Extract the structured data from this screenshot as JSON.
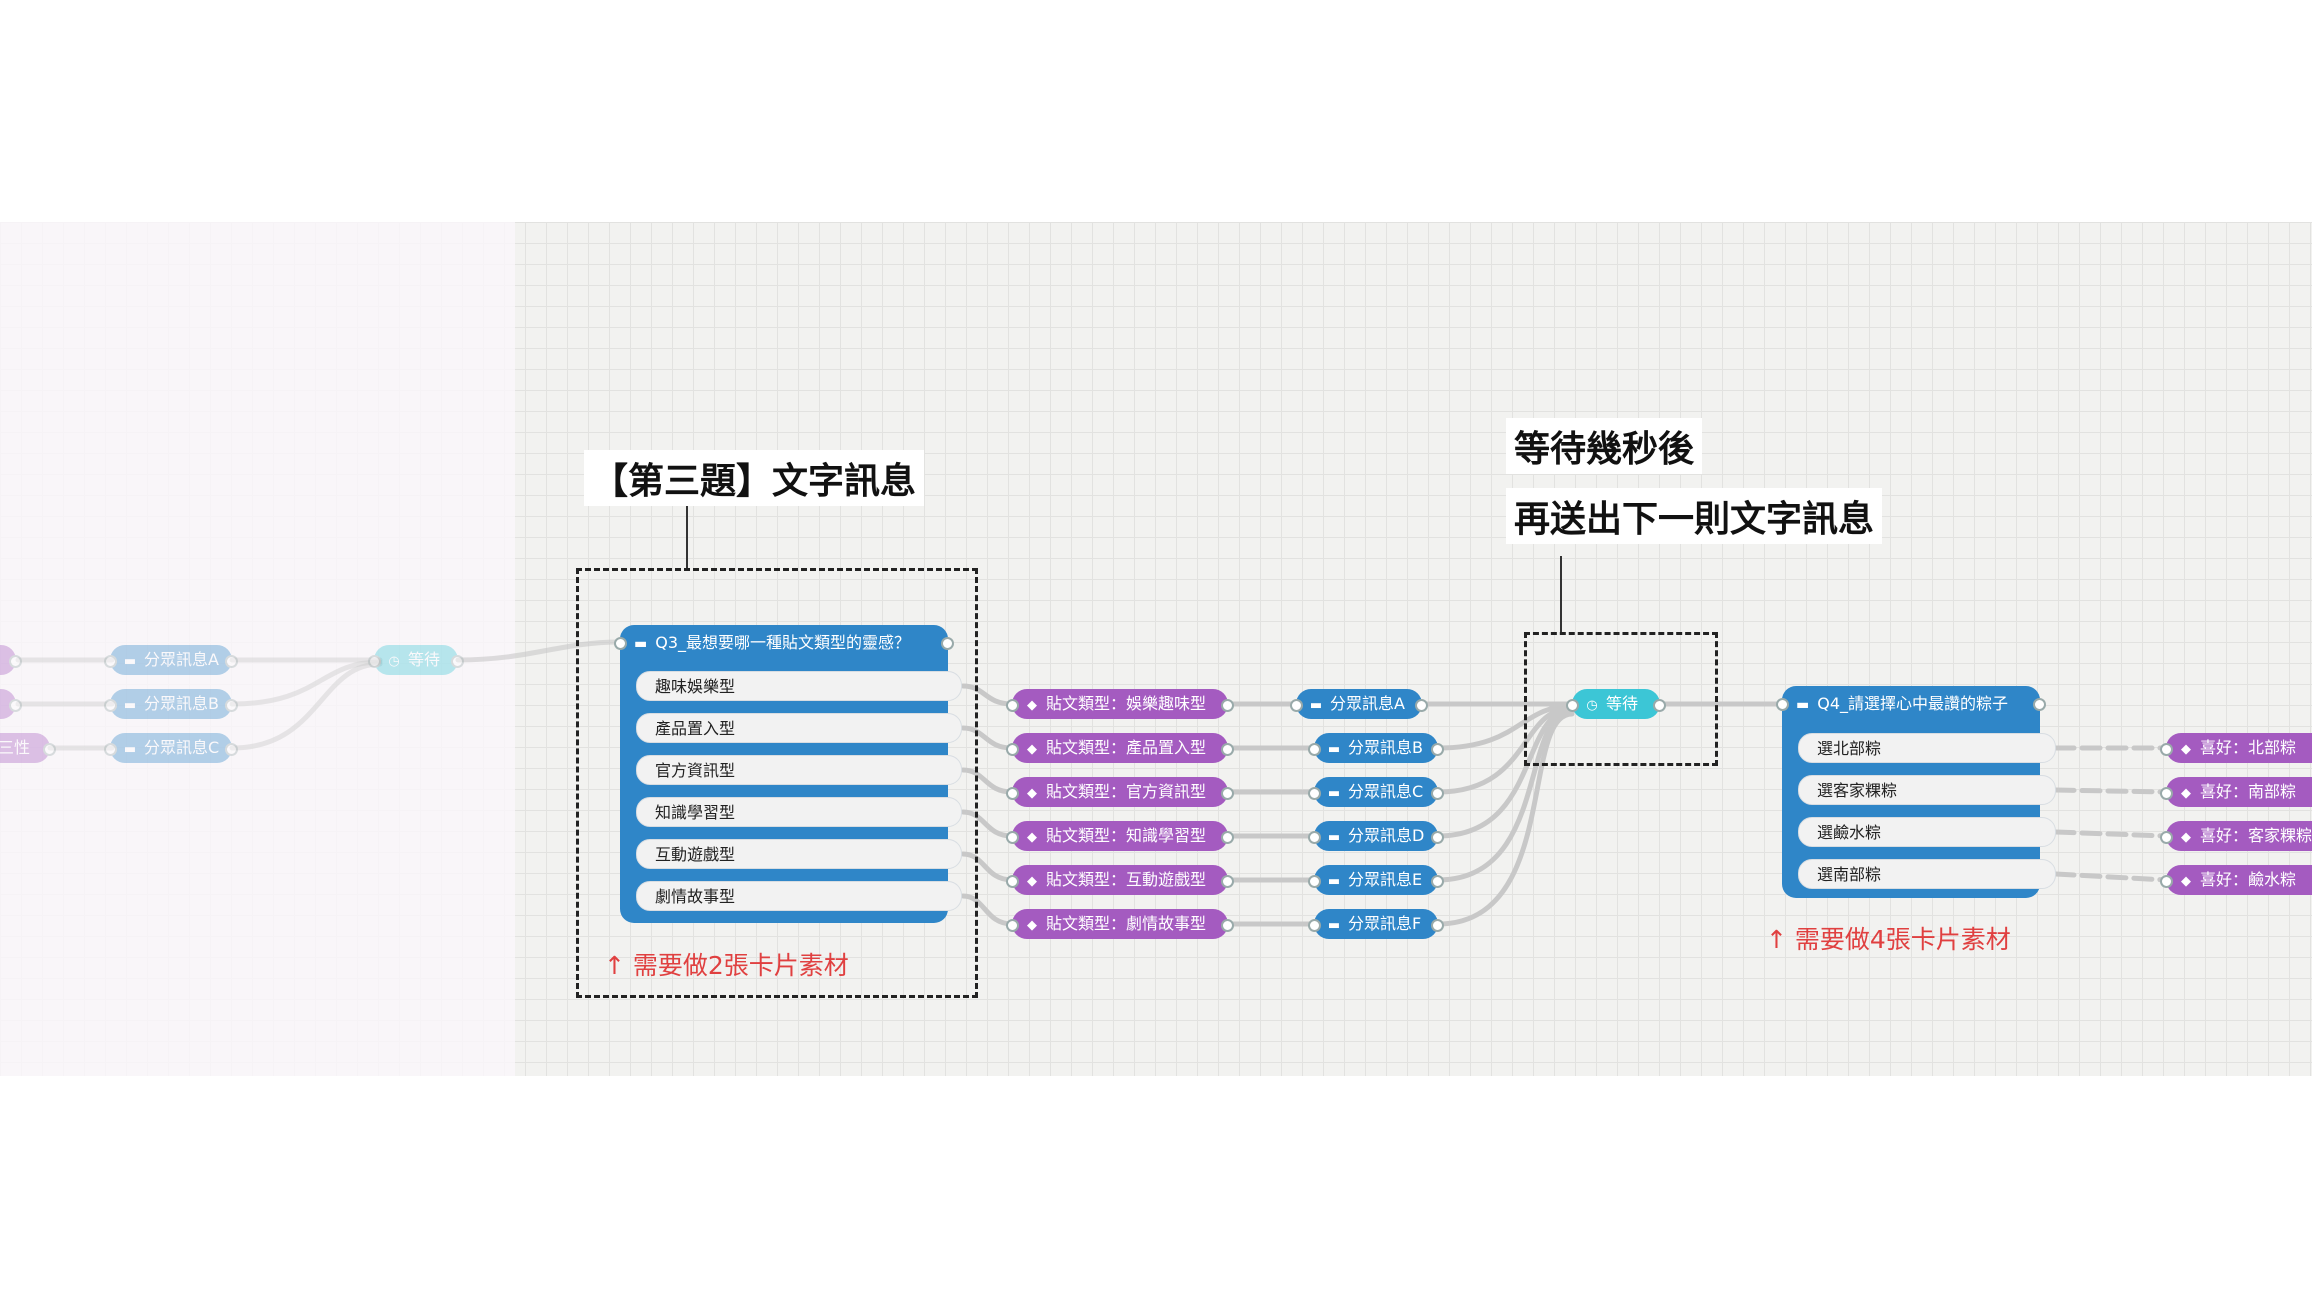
{
  "faded_left": {
    "partial_label": "三性",
    "split_messages": [
      "分眾訊息A",
      "分眾訊息B",
      "分眾訊息C"
    ],
    "wait_label": "等待"
  },
  "callouts": {
    "q3_heading": "【第三題】文字訊息",
    "wait_line1": "等待幾秒後",
    "wait_line2": "再送出下一則文字訊息"
  },
  "q3": {
    "title": "Q3_最想要哪一種貼文類型的靈感？",
    "options": [
      "趣味娛樂型",
      "產品置入型",
      "官方資訊型",
      "知識學習型",
      "互動遊戲型",
      "劇情故事型"
    ],
    "note": "↑ 需要做2張卡片素材"
  },
  "tags": [
    "貼文類型：娛樂趣味型",
    "貼文類型：產品置入型",
    "貼文類型：官方資訊型",
    "貼文類型：知識學習型",
    "貼文類型：互動遊戲型",
    "貼文類型：劇情故事型"
  ],
  "split_messages": [
    "分眾訊息A",
    "分眾訊息B",
    "分眾訊息C",
    "分眾訊息D",
    "分眾訊息E",
    "分眾訊息F"
  ],
  "wait": {
    "label": "等待"
  },
  "q4": {
    "title": "Q4_請選擇心中最讚的粽子",
    "options": [
      "選北部粽",
      "選客家粿粽",
      "選鹼水粽",
      "選南部粽"
    ],
    "note": "↑ 需要做4張卡片素材"
  },
  "prefs": [
    "喜好：北部粽",
    "喜好：南部粽",
    "喜好：客家粿粽",
    "喜好：鹼水粽"
  ],
  "colors": {
    "node_blue": "#2f86c8",
    "node_purple": "#a45bc0",
    "wait_cyan": "#3cc6d6",
    "note_red": "#e04040"
  }
}
